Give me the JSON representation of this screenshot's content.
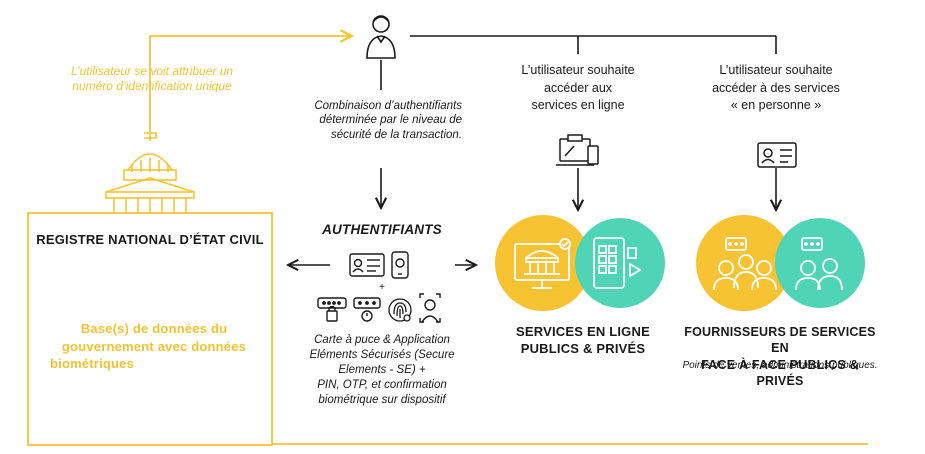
{
  "colors": {
    "yellow": "#f8c332",
    "teal": "#4fd4b6",
    "dark": "#1a1a1a",
    "yellow_text": "#f2c230"
  },
  "user_assignment": {
    "line1": "L’utilisateur se voit attribuer un",
    "line2": "numéro d’identification unique"
  },
  "combination": {
    "line1": "Combinaison d’authentifiants",
    "line2": "déterminée par le niveau de",
    "line3": "sécurité de la transaction."
  },
  "online_wish": {
    "line1": "L’utilisateur souhaite",
    "line2": "accéder aux",
    "line3": "services en ligne"
  },
  "inperson_wish": {
    "line1": "L’utilisateur souhaite",
    "line2": "accéder à des services",
    "line3": "« en personne »"
  },
  "registry": {
    "title": "REGISTRE NATIONAL D’ÉTAT CIVIL",
    "db_line1": "Base(s) de données du",
    "db_line2": "gouvernement avec données",
    "db_line3": "biométriques"
  },
  "authenticators": {
    "title": "AUTHENTIFIANTS",
    "plus": "+",
    "desc1": "Carte à puce & Application",
    "desc2": "Eléments Sécurisés (Secure",
    "desc3": "Elements - SE) +",
    "desc4": "PIN, OTP, et confirmation",
    "desc5": "biométrique sur dispositif"
  },
  "online_services": {
    "line1": "SERVICES EN LIGNE",
    "line2": "PUBLICS & PRIVÉS"
  },
  "inperson_services": {
    "line1": "FOURNISSEURS DE SERVICES EN",
    "line2": "FACE À FACE PUBLICS & PRIVÉS",
    "note": "Points de ventes, administrations publiques."
  },
  "icons": {
    "user": "user-icon",
    "building": "government-building-icon",
    "devices": "devices-icon",
    "id_card": "id-card-icon",
    "phone": "smartphone-icon",
    "pin_pad": "pin-pad-icon",
    "fingerprint": "fingerprint-icon",
    "face_scan": "face-scan-icon"
  }
}
